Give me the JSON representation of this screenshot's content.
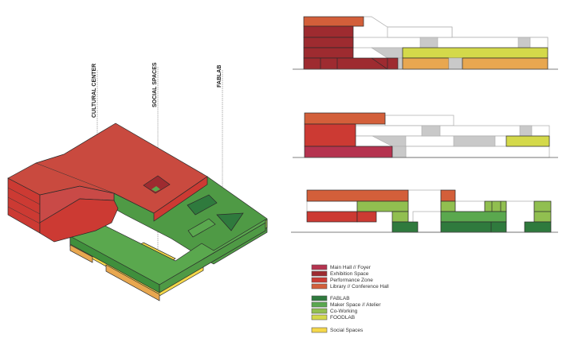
{
  "labels": {
    "cultural_center": "CULTURAL CENTER",
    "social_spaces": "SOCIAL SPACES",
    "fablab": "FABLAB"
  },
  "legend": [
    {
      "label": "Main Hall // Foyer",
      "color": "#b5334f"
    },
    {
      "label": "Exhibition Space",
      "color": "#9e2b30"
    },
    {
      "label": "Performance Zone",
      "color": "#cc3a33"
    },
    {
      "label": "Library // Conference Hall",
      "color": "#d35f3a"
    },
    {
      "label": "FABLAB",
      "color": "#2f7a3d"
    },
    {
      "label": "Maker Space // Atelier",
      "color": "#5aa84e"
    },
    {
      "label": "Co-Working",
      "color": "#91bf50"
    },
    {
      "label": "FOODLAB",
      "color": "#d4d94a"
    },
    {
      "label": "Social Spaces",
      "color": "#f5d84a"
    }
  ]
}
